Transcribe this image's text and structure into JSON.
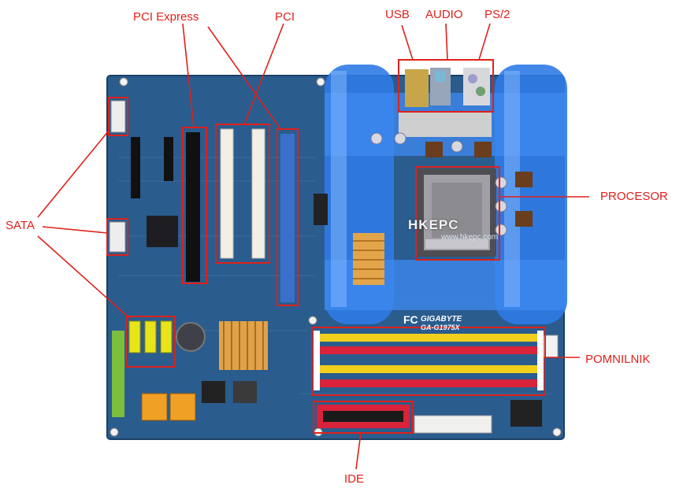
{
  "labels": {
    "pci_express": "PCI Express",
    "pci": "PCI",
    "usb": "USB",
    "audio": "AUDIO",
    "ps2": "PS/2",
    "sata": "SATA",
    "procesor": "PROCESOR",
    "pomnilnik": "POMNILNIK",
    "ide": "IDE"
  },
  "board": {
    "brand": "GIGABYTE",
    "model": "GA-G1975X",
    "watermark_logo": "HKEPC",
    "watermark_url": "www.hkepc.com",
    "silk_fc": "FC"
  },
  "colors": {
    "annotation": "#e0201a",
    "pcb": "#2a5c8e",
    "heatsink": "#2f7be6",
    "dimm_yellow": "#f2cf1c",
    "dimm_red": "#d8233b",
    "sata_yellow": "#e8e41a"
  }
}
